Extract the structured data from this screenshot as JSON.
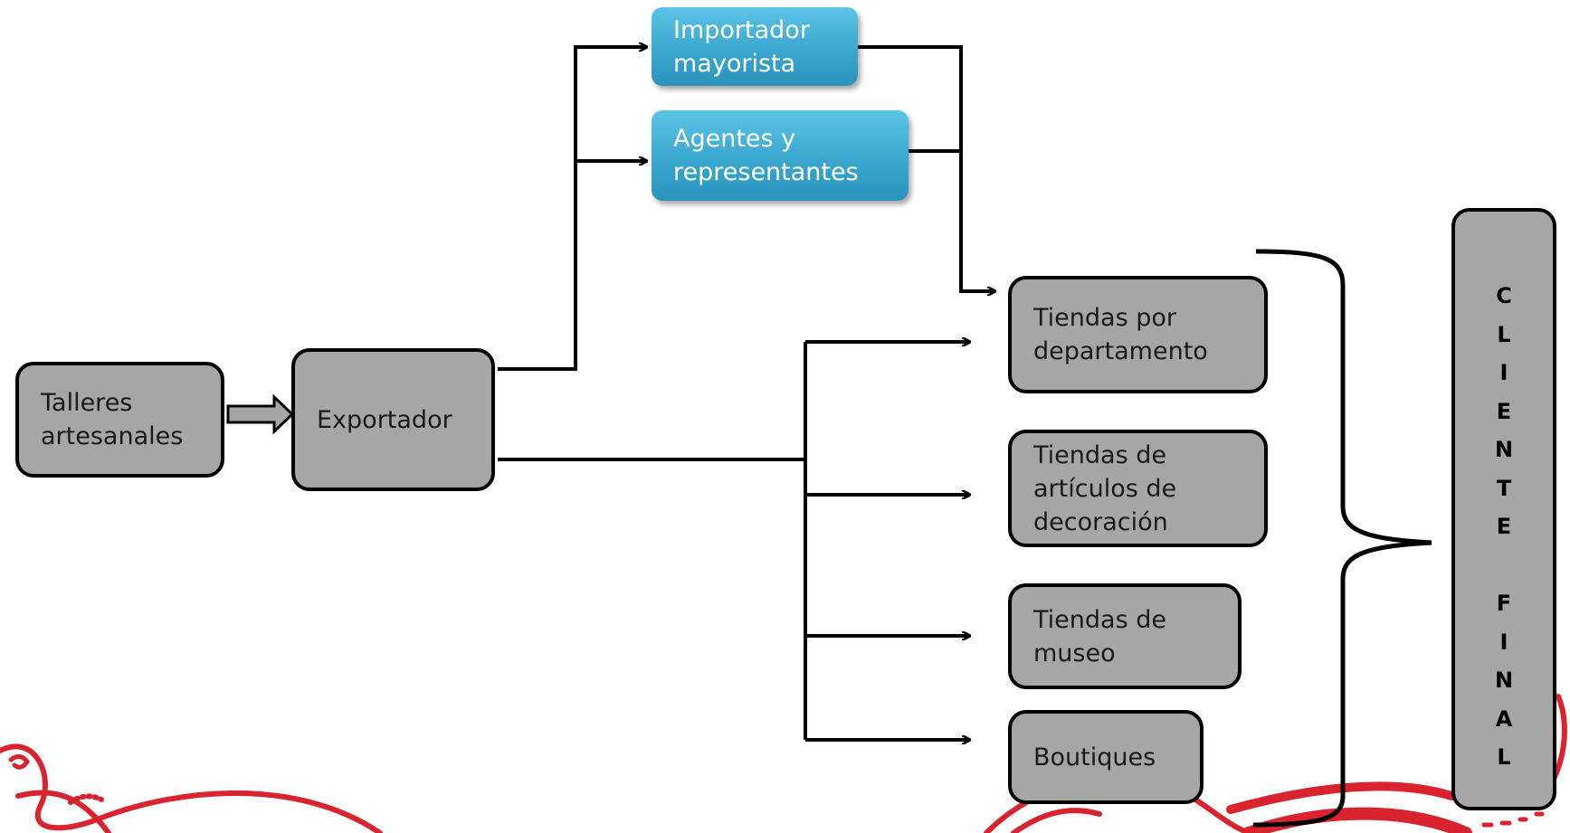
{
  "nodes": {
    "talleres": [
      "Talleres",
      "artesanales"
    ],
    "exportador": [
      "Exportador"
    ],
    "importador": [
      "Importador",
      "mayorista"
    ],
    "agentes": [
      "Agentes y",
      "representantes"
    ],
    "departamento": [
      "Tiendas  por",
      "departamento"
    ],
    "decoracion": [
      "Tiendas de",
      "artículos de",
      "decoración"
    ],
    "museo": [
      "Tiendas de",
      "museo"
    ],
    "boutiques": [
      "Boutiques"
    ]
  },
  "cliente_final": [
    "C",
    "L",
    "I",
    "E",
    "N",
    "T",
    "E",
    "",
    "F",
    "I",
    "N",
    "A",
    "L"
  ],
  "colors": {
    "box_fill": "#a6a6a6",
    "box_border": "#000000",
    "blue_box": "#3aa7cf",
    "decor_red": "#d9232f"
  }
}
